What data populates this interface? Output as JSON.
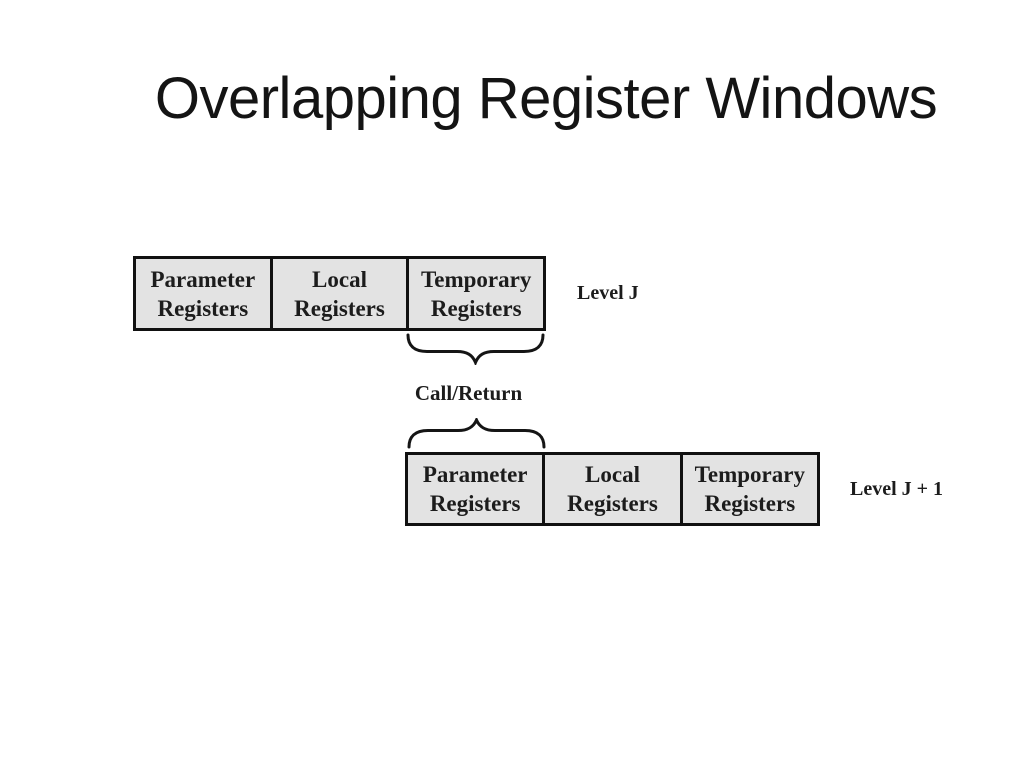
{
  "slide": {
    "title": "Overlapping Register Windows"
  },
  "diagram": {
    "rows": [
      {
        "level_label": "Level J",
        "boxes": [
          {
            "line1": "Parameter",
            "line2": "Registers"
          },
          {
            "line1": "Local",
            "line2": "Registers"
          },
          {
            "line1": "Temporary",
            "line2": "Registers"
          }
        ]
      },
      {
        "level_label": "Level J + 1",
        "boxes": [
          {
            "line1": "Parameter",
            "line2": "Registers"
          },
          {
            "line1": "Local",
            "line2": "Registers"
          },
          {
            "line1": "Temporary",
            "line2": "Registers"
          }
        ]
      }
    ],
    "connector": {
      "label": "Call/Return",
      "brace_icon": "curly-brace"
    },
    "colors": {
      "background": "#ffffff",
      "box_fill": "#e3e3e3",
      "box_border": "#111111",
      "text": "#1c1c1c"
    }
  }
}
